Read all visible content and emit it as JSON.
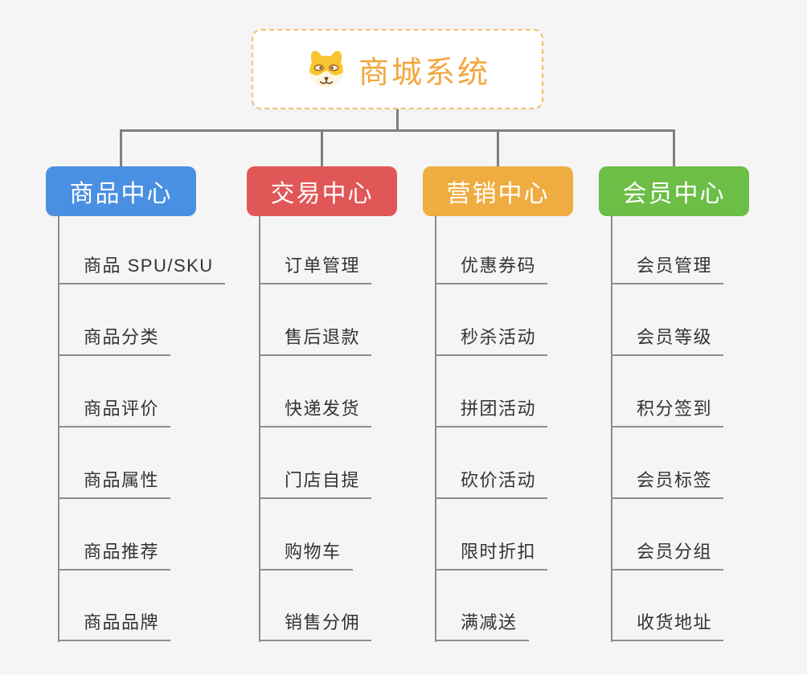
{
  "page": {
    "background_color": "#F5F5F5",
    "connector_color": "#7F7F7F",
    "underline_color": "#8C8C8C",
    "item_text_color": "#333333"
  },
  "root": {
    "label": "商城系统",
    "icon": "shiba-dog-icon",
    "text_color": "#F2A73D",
    "border_color": "#F2C06A",
    "background_color": "#FFFFFF"
  },
  "branches": [
    {
      "label": "商品中心",
      "color": "#4A90E2",
      "items": [
        "商品 SPU/SKU",
        "商品分类",
        "商品评价",
        "商品属性",
        "商品推荐",
        "商品品牌"
      ]
    },
    {
      "label": "交易中心",
      "color": "#E15757",
      "items": [
        "订单管理",
        "售后退款",
        "快递发货",
        "门店自提",
        "购物车",
        "销售分佣"
      ]
    },
    {
      "label": "营销中心",
      "color": "#EFAD41",
      "items": [
        "优惠券码",
        "秒杀活动",
        "拼团活动",
        "砍价活动",
        "限时折扣",
        "满减送"
      ]
    },
    {
      "label": "会员中心",
      "color": "#6CBE46",
      "items": [
        "会员管理",
        "会员等级",
        "积分签到",
        "会员标签",
        "会员分组",
        "收货地址"
      ]
    }
  ]
}
